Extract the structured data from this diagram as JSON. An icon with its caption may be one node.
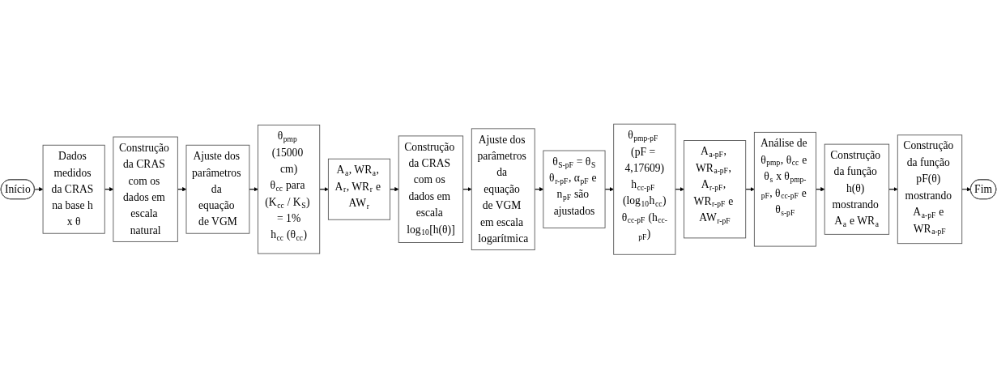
{
  "diagram": {
    "nodes": [
      {
        "text": [
          "Início"
        ]
      },
      {
        "text": [
          "Dados medidos da CRAS na base h x θ"
        ]
      },
      {
        "text": [
          "Construção da CRAS com os dados em escala natural"
        ]
      },
      {
        "text": [
          "Ajuste dos parâmetros da equação de VGM"
        ]
      },
      {
        "text": [
          "θ$_{pmp}$ (15000 cm)",
          "θ$_{cc}$ para (K$_{cc}$ / K$_{S}$) = 1%",
          "h$_{cc}$ (θ$_{cc}$)"
        ]
      },
      {
        "text": [
          "A$_{a}$, WR$_{a}$, A$_{r}$, WR$_{r}$ e AW$_{r}$"
        ]
      },
      {
        "text": [
          "Construção da CRAS com os dados em escala log$_{10}$[h(θ)]"
        ]
      },
      {
        "text": [
          "Ajuste dos parâmetros da equação de VGM em escala logarítmica"
        ]
      },
      {
        "text": [
          "θ$_{S-pF}$ = θ$_{S}$",
          "θ$_{r-pF}$, α$_{pF}$ e n$_{pF}$ são ajustados"
        ]
      },
      {
        "text": [
          "θ$_{pmp-pF}$ (pF = 4,17609)",
          "h$_{cc-pF}$ (log$_{10}$h$_{cc}$)",
          "θ$_{cc-pF}$ (h$_{cc-pF}$)"
        ]
      },
      {
        "text": [
          "A$_{a-pF}$, WR$_{a-pF}$, A$_{r-pF}$, WR$_{r-pF}$ e AW$_{r-pF}$"
        ]
      },
      {
        "text": [
          "Análise de θ$_{pmp}$, θ$_{cc}$ e θ$_{s}$ x θ$_{pmp-pF}$, θ$_{cc-pF}$ e θ$_{s-pF}$"
        ]
      },
      {
        "text": [
          "Construção da função h(θ) mostrando A$_{a}$ e WR$_{a}$"
        ]
      },
      {
        "text": [
          "Construção da função pF(θ) mostrando A$_{a-pF}$ e WR$_{a-pF}$"
        ]
      },
      {
        "text": [
          "Fim"
        ]
      }
    ],
    "edges": [
      {
        "from": 0,
        "to": 1,
        "arrow": "to"
      },
      {
        "from": 1,
        "to": 2,
        "arrow": "to"
      },
      {
        "from": 2,
        "to": 3,
        "arrow": "to"
      },
      {
        "from": 3,
        "to": 4,
        "arrow": "to"
      },
      {
        "from": 4,
        "to": 5,
        "arrow": "to"
      },
      {
        "from": 5,
        "to": 6,
        "arrow": "to"
      },
      {
        "from": 6,
        "to": 7,
        "arrow": "to"
      },
      {
        "from": 7,
        "to": 8,
        "arrow": "to"
      },
      {
        "from": 8,
        "to": 9,
        "arrow": "to"
      },
      {
        "from": 9,
        "to": 10,
        "arrow": "to"
      },
      {
        "from": 10,
        "to": 11,
        "arrow": "to"
      },
      {
        "from": 11,
        "to": 12,
        "arrow": "to"
      },
      {
        "from": 12,
        "to": 13,
        "arrow": "to"
      },
      {
        "from": 13,
        "to": 14,
        "arrow": "to"
      }
    ]
  }
}
